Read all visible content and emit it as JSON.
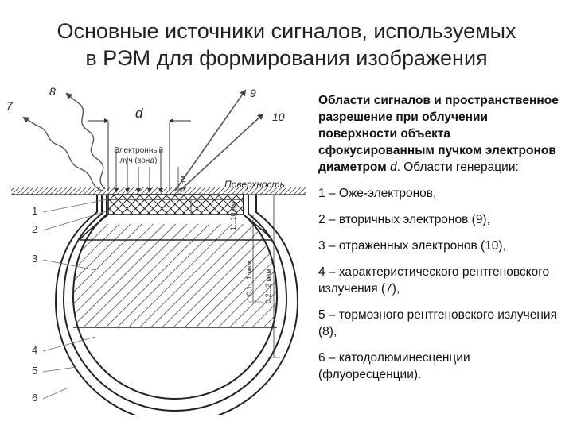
{
  "title": {
    "line1": "Основные источники сигналов, используемых",
    "line2": "в РЭМ для формирования изображения"
  },
  "diagram": {
    "numbers": [
      "1",
      "2",
      "3",
      "4",
      "5",
      "6",
      "7",
      "8",
      "9",
      "10"
    ],
    "probe_diameter": "d",
    "beam_label_line1": "Электронный",
    "beam_label_line2": "луч (зонд)",
    "surface_label": "Поверхность",
    "dim_1nm": "1 нм",
    "dim_1_10nm": "1...10 нм",
    "dim_01_1um": "0,1...1 мкм",
    "dim_02_2um": "0,2...2 мкм"
  },
  "text": {
    "intro_bold": "Области сигналов и пространственное разрешение при облучении поверхности объекта сфокусированным пучком электронов диаметром ",
    "intro_d": "d",
    "intro_rest": ". Области генерации:",
    "items": [
      "1 – Оже-электронов,",
      "2 – вторичных электронов (9),",
      "3 – отраженных электронов (10),",
      "4 – характеристического рентгеновского излучения (7),",
      "5 – тормозного рентгеновского излучения (8),",
      "6 – катодолюминесценции (флуоресценции)."
    ]
  }
}
